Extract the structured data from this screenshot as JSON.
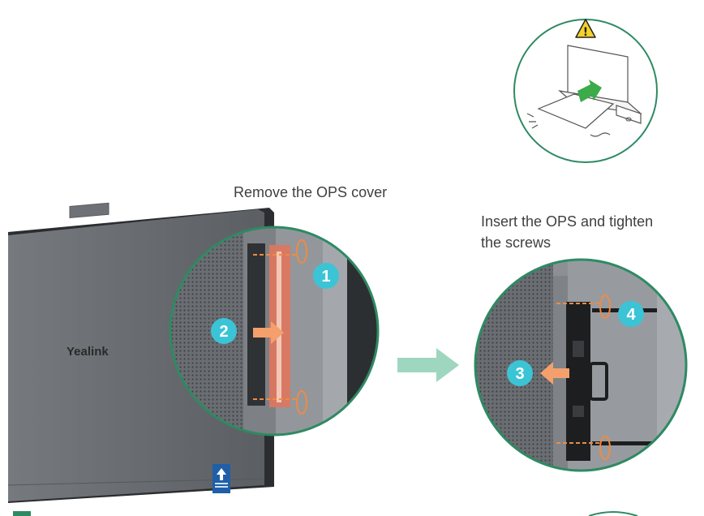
{
  "caption_remove": "Remove the OPS cover",
  "caption_insert_line1": "Insert the OPS and tighten",
  "caption_insert_line2": "the screws",
  "brand": "Yealink",
  "warning_symbol": "!",
  "steps": [
    "1",
    "2",
    "3",
    "4"
  ],
  "colors": {
    "accent_green": "#2e8a63",
    "step_badge": "#3bc4d6",
    "arrow_orange": "#f4a06c",
    "flow_arrow": "#9fd6bf",
    "warning_yellow": "#f6d12a",
    "device_gray": "#63676b"
  },
  "icons": [
    "warning-icon",
    "move-arrow-icon",
    "screw-icon",
    "upload-label-icon",
    "flow-arrow-icon"
  ]
}
